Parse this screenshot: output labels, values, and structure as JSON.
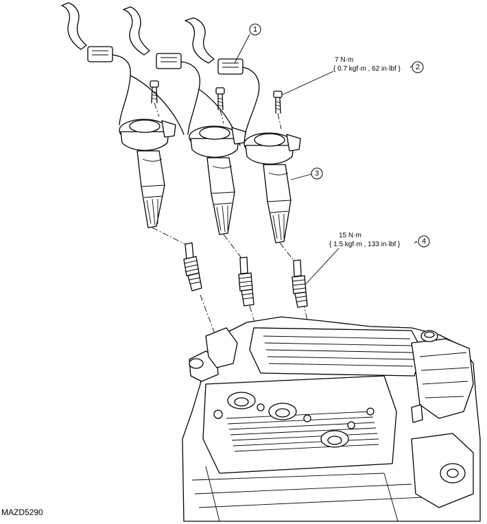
{
  "figure_id": "MAZD5290",
  "callouts": [
    {
      "number": "1"
    },
    {
      "number": "2",
      "torque_line1": "7 N·m",
      "torque_line2": "{ 0.7 kgf·m , 62 in·lbf }"
    },
    {
      "number": "3"
    },
    {
      "number": "4",
      "torque_line1": "15 N·m",
      "torque_line2": "{ 1.5 kgf·m , 133 in·lbf }"
    }
  ]
}
